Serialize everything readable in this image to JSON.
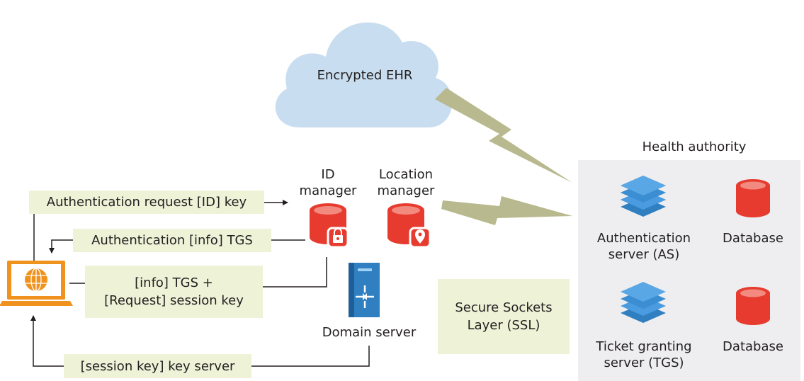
{
  "cloud": {
    "label": "Encrypted EHR"
  },
  "health_authority": {
    "title": "Health authority",
    "as_line1": "Authentication",
    "as_line2": "server (AS)",
    "tgs_line1": "Ticket granting",
    "tgs_line2": "server (TGS)",
    "db1": "Database",
    "db2": "Database"
  },
  "id_manager": {
    "line1": "ID",
    "line2": "manager"
  },
  "location_manager": {
    "line1": "Location",
    "line2": "manager"
  },
  "domain_server": {
    "label": "Domain server"
  },
  "ssl": {
    "line1": "Secure Sockets",
    "line2": "Layer (SSL)"
  },
  "messages": {
    "auth_request": "Authentication request [ID] key",
    "auth_info": "Authentication [info] TGS",
    "info_tgs_line1": "[info] TGS +",
    "info_tgs_line2": "[Request] session key",
    "session_key": "[session key] key server"
  },
  "colors": {
    "cloud": "#c9ddf0",
    "bolt": "#b9b98f",
    "message_box": "#eef2d7",
    "panel": "#eeeef0",
    "database_red": "#e63b2e",
    "server_blue": "#2f7fc1",
    "laptop_orange": "#f0931e"
  }
}
